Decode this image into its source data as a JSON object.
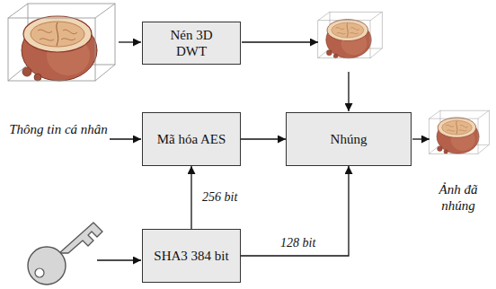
{
  "diagram": {
    "nodes": [
      {
        "text": [
          "Nén 3D DWT"
        ]
      },
      {
        "text": [
          "Mã hóa AES"
        ]
      },
      {
        "text": [
          "Nhúng"
        ]
      },
      {
        "text": [
          "SHA3 384 bit"
        ]
      }
    ],
    "edges": [
      {
        "from": 1,
        "to": 2,
        "arrow": "to"
      },
      {
        "from": 3,
        "to": 1,
        "label": "256 bit",
        "arrow": "to"
      },
      {
        "from": 3,
        "to": 2,
        "label": "128 bit",
        "arrow": "to"
      }
    ],
    "labels": [
      "Thông tin cá nhân",
      "Ảnh đã nhúng"
    ]
  }
}
